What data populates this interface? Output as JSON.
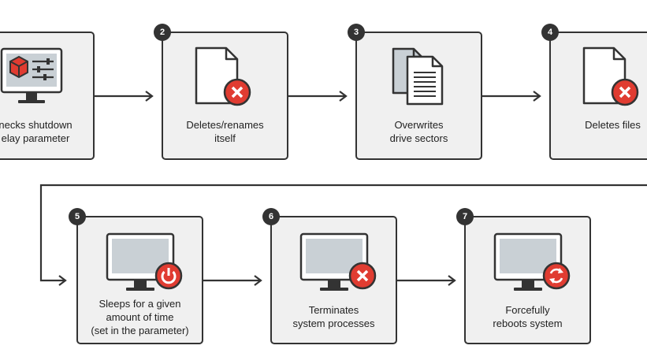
{
  "steps": [
    {
      "number": "",
      "lines": [
        "necks shutdown",
        "elay parameter"
      ],
      "icon": "monitor-settings-icon"
    },
    {
      "number": "2",
      "lines": [
        "Deletes/renames",
        "itself"
      ],
      "icon": "document-delete-icon"
    },
    {
      "number": "3",
      "lines": [
        "Overwrites",
        "drive sectors"
      ],
      "icon": "documents-overwrite-icon"
    },
    {
      "number": "4",
      "lines": [
        "Deletes files"
      ],
      "icon": "document-delete-icon"
    },
    {
      "number": "5",
      "lines": [
        "Sleeps for a given",
        "amount of time",
        "(set in the parameter)"
      ],
      "icon": "monitor-power-icon"
    },
    {
      "number": "6",
      "lines": [
        "Terminates",
        "system processes"
      ],
      "icon": "monitor-close-icon"
    },
    {
      "number": "7",
      "lines": [
        "Forcefully",
        "reboots system"
      ],
      "icon": "monitor-reboot-icon"
    }
  ],
  "colors": {
    "box_fill": "#f0f0f0",
    "border": "#333333",
    "accent_red": "#e03c31",
    "screen": "#c9d0d5"
  }
}
